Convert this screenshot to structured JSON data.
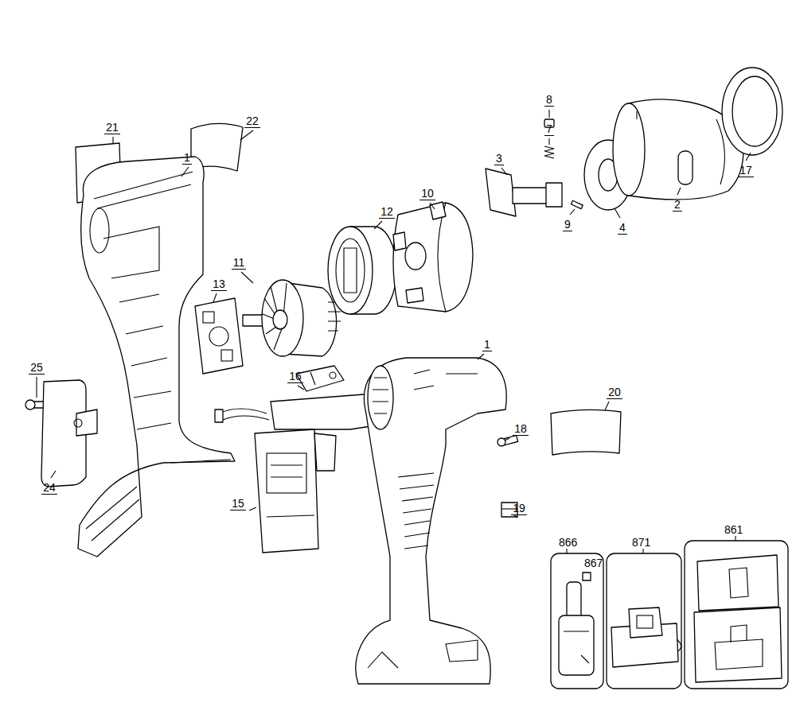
{
  "diagram": {
    "nodes": [
      {
        "text": [
          "866",
          "867"
        ]
      },
      {
        "text": [
          "871"
        ]
      },
      {
        "text": [
          "861"
        ]
      }
    ],
    "labels": [
      "21",
      "22",
      "1",
      "8",
      "7",
      "3",
      "12",
      "10",
      "11",
      "13",
      "9",
      "4",
      "2",
      "17",
      "25",
      "16",
      "1",
      "18",
      "20",
      "24",
      "15",
      "19"
    ]
  }
}
